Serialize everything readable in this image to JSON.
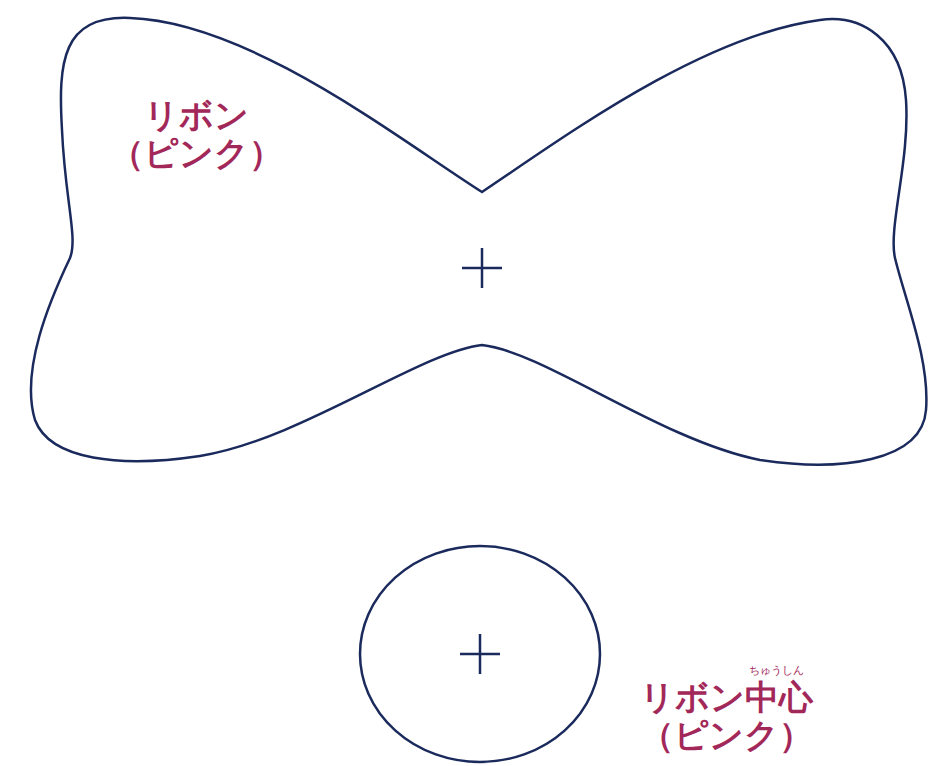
{
  "diagram": {
    "nodes": [
      {
        "text": [
          "リボン （ピンク）"
        ]
      },
      {
        "text": [
          "リボン中心 （ピンク）"
        ]
      }
    ],
    "labels": [
      "ちゅうしん"
    ]
  }
}
